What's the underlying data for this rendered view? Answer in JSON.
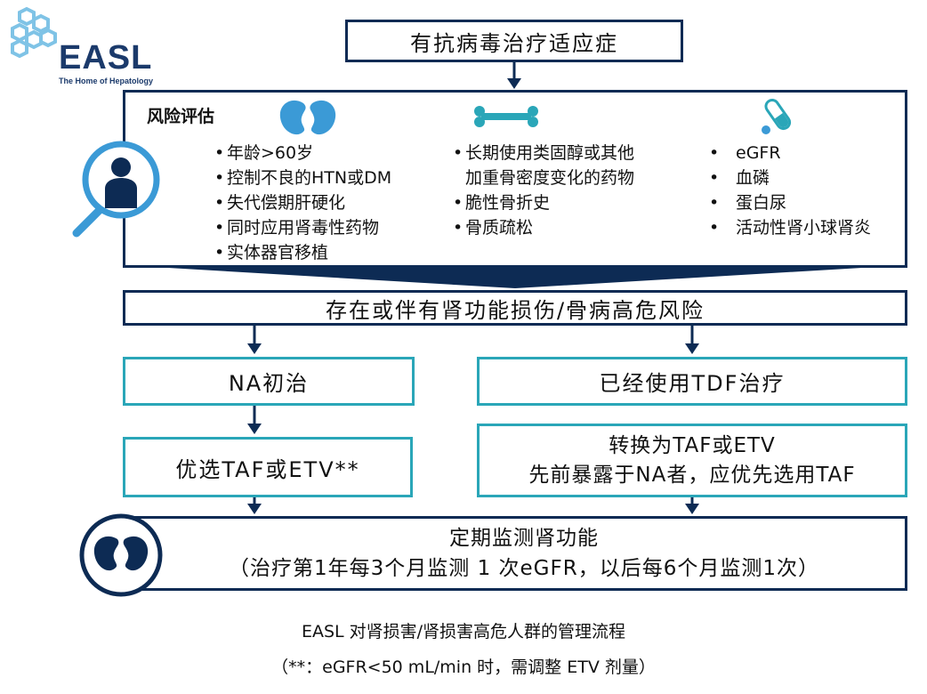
{
  "logo": {
    "name": "EASL",
    "tagline": "The Home of Hepatology"
  },
  "top_box": {
    "label": "有抗病毒治疗适应症"
  },
  "risk_assessment": {
    "title": "风险评估",
    "col1": [
      "年龄>60岁",
      "控制不良的HTN或DM",
      "失代偿期肝硬化",
      "同时应用肾毒性药物",
      "实体器官移植"
    ],
    "col2_line1": "长期使用类固醇或其他",
    "col2_line2": "加重骨密度变化的药物",
    "col2_rest": [
      "脆性骨折史",
      "骨质疏松"
    ],
    "col3": [
      "eGFR",
      "血磷",
      "蛋白尿",
      "活动性肾小球肾炎"
    ]
  },
  "risk_box": {
    "label": "存在或伴有肾功能损伤/骨病高危风险"
  },
  "na_naive_box": {
    "label": "NA初治"
  },
  "tdf_box": {
    "label": "已经使用TDF治疗"
  },
  "prefer_box": {
    "label": "优选TAF或ETV**"
  },
  "switch_box": {
    "line1": "转换为TAF或ETV",
    "line2": "先前暴露于NA者，应优先选用TAF"
  },
  "monitor_box": {
    "line1": "定期监测肾功能",
    "line2": "（治疗第1年每3个月监测 1 次eGFR，以后每6个月监测1次）"
  },
  "caption": {
    "line1": "EASL 对肾损害/肾损害高危人群的管理流程",
    "line2": "（**：eGFR<50 mL/min 时，需调整 ETV 剂量）"
  },
  "colors": {
    "navy": "#0d2b54",
    "teal": "#2aa6b8",
    "light_blue": "#3b9ad6",
    "logo_blue": "#1b3a6b"
  }
}
